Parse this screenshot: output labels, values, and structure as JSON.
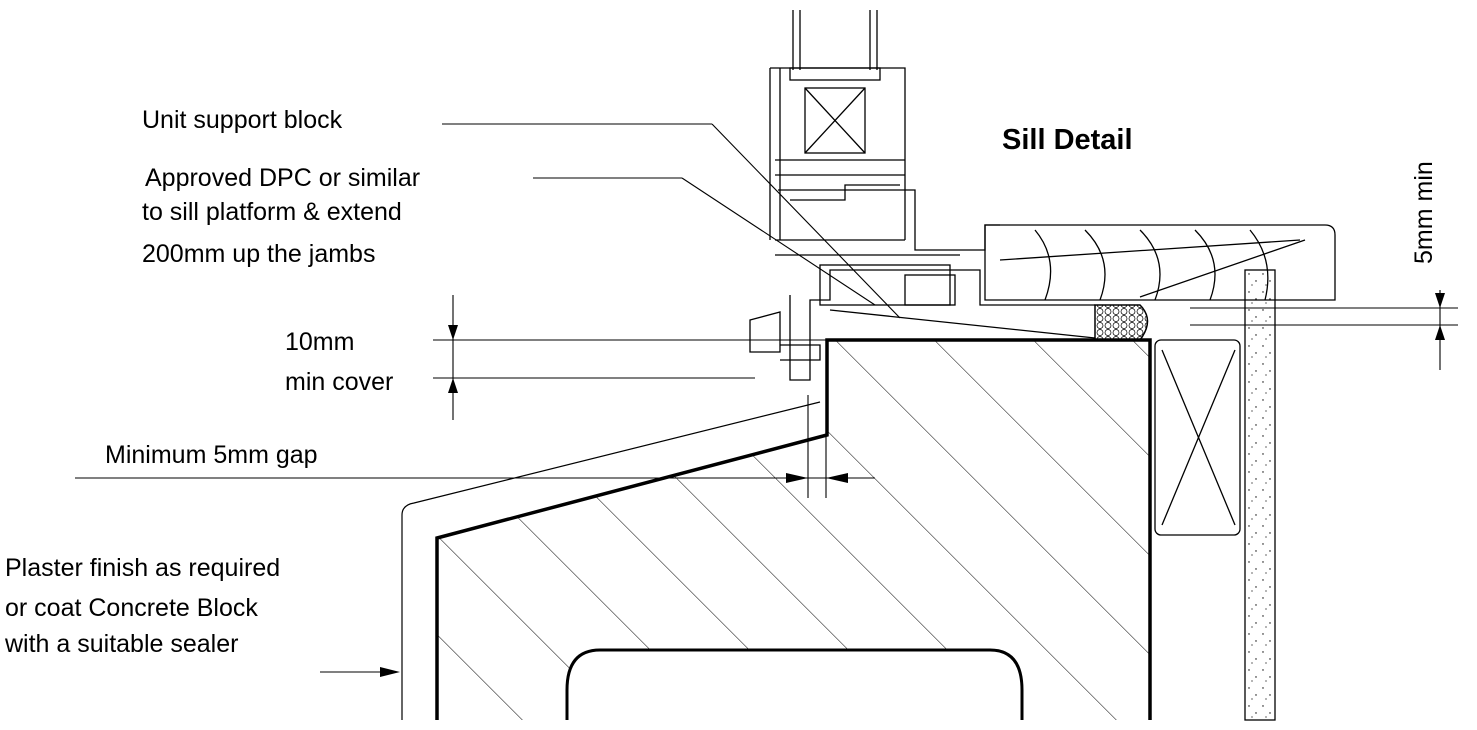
{
  "title": "Sill Detail",
  "labels": {
    "unit_support_block": "Unit support block",
    "dpc_line1": "Approved DPC or similar",
    "dpc_line2": "to sill platform & extend",
    "dpc_line3": "200mm up the jambs",
    "cover_line1": "10mm",
    "cover_line2": "min cover",
    "gap": "Minimum 5mm gap",
    "plaster_line1": "Plaster finish as required",
    "plaster_line2": "or coat Concrete Block",
    "plaster_line3": "with a suitable sealer",
    "five_mm_min": "5mm min"
  },
  "colors": {
    "ink": "#000000",
    "paper": "#ffffff"
  }
}
